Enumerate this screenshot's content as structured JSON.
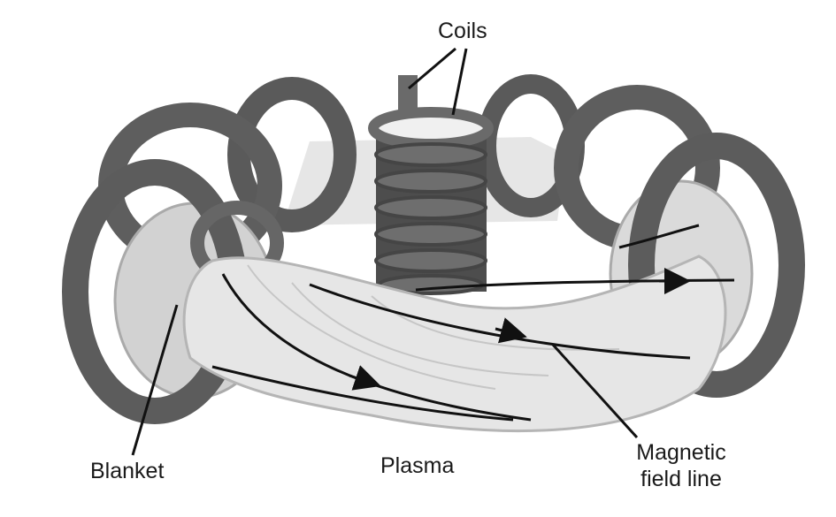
{
  "labels": {
    "coils": "Coils",
    "blanket": "Blanket",
    "plasma": "Plasma",
    "magnetic_line1": "Magnetic",
    "magnetic_line2": "field line"
  },
  "colors": {
    "coil_dark": "#555555",
    "coil_mid": "#6a6a6a",
    "coil_light": "#8a8a8a",
    "blanket_light": "#d2d2d2",
    "plasma_fill": "#e6e6e6",
    "line_color": "#111111"
  }
}
